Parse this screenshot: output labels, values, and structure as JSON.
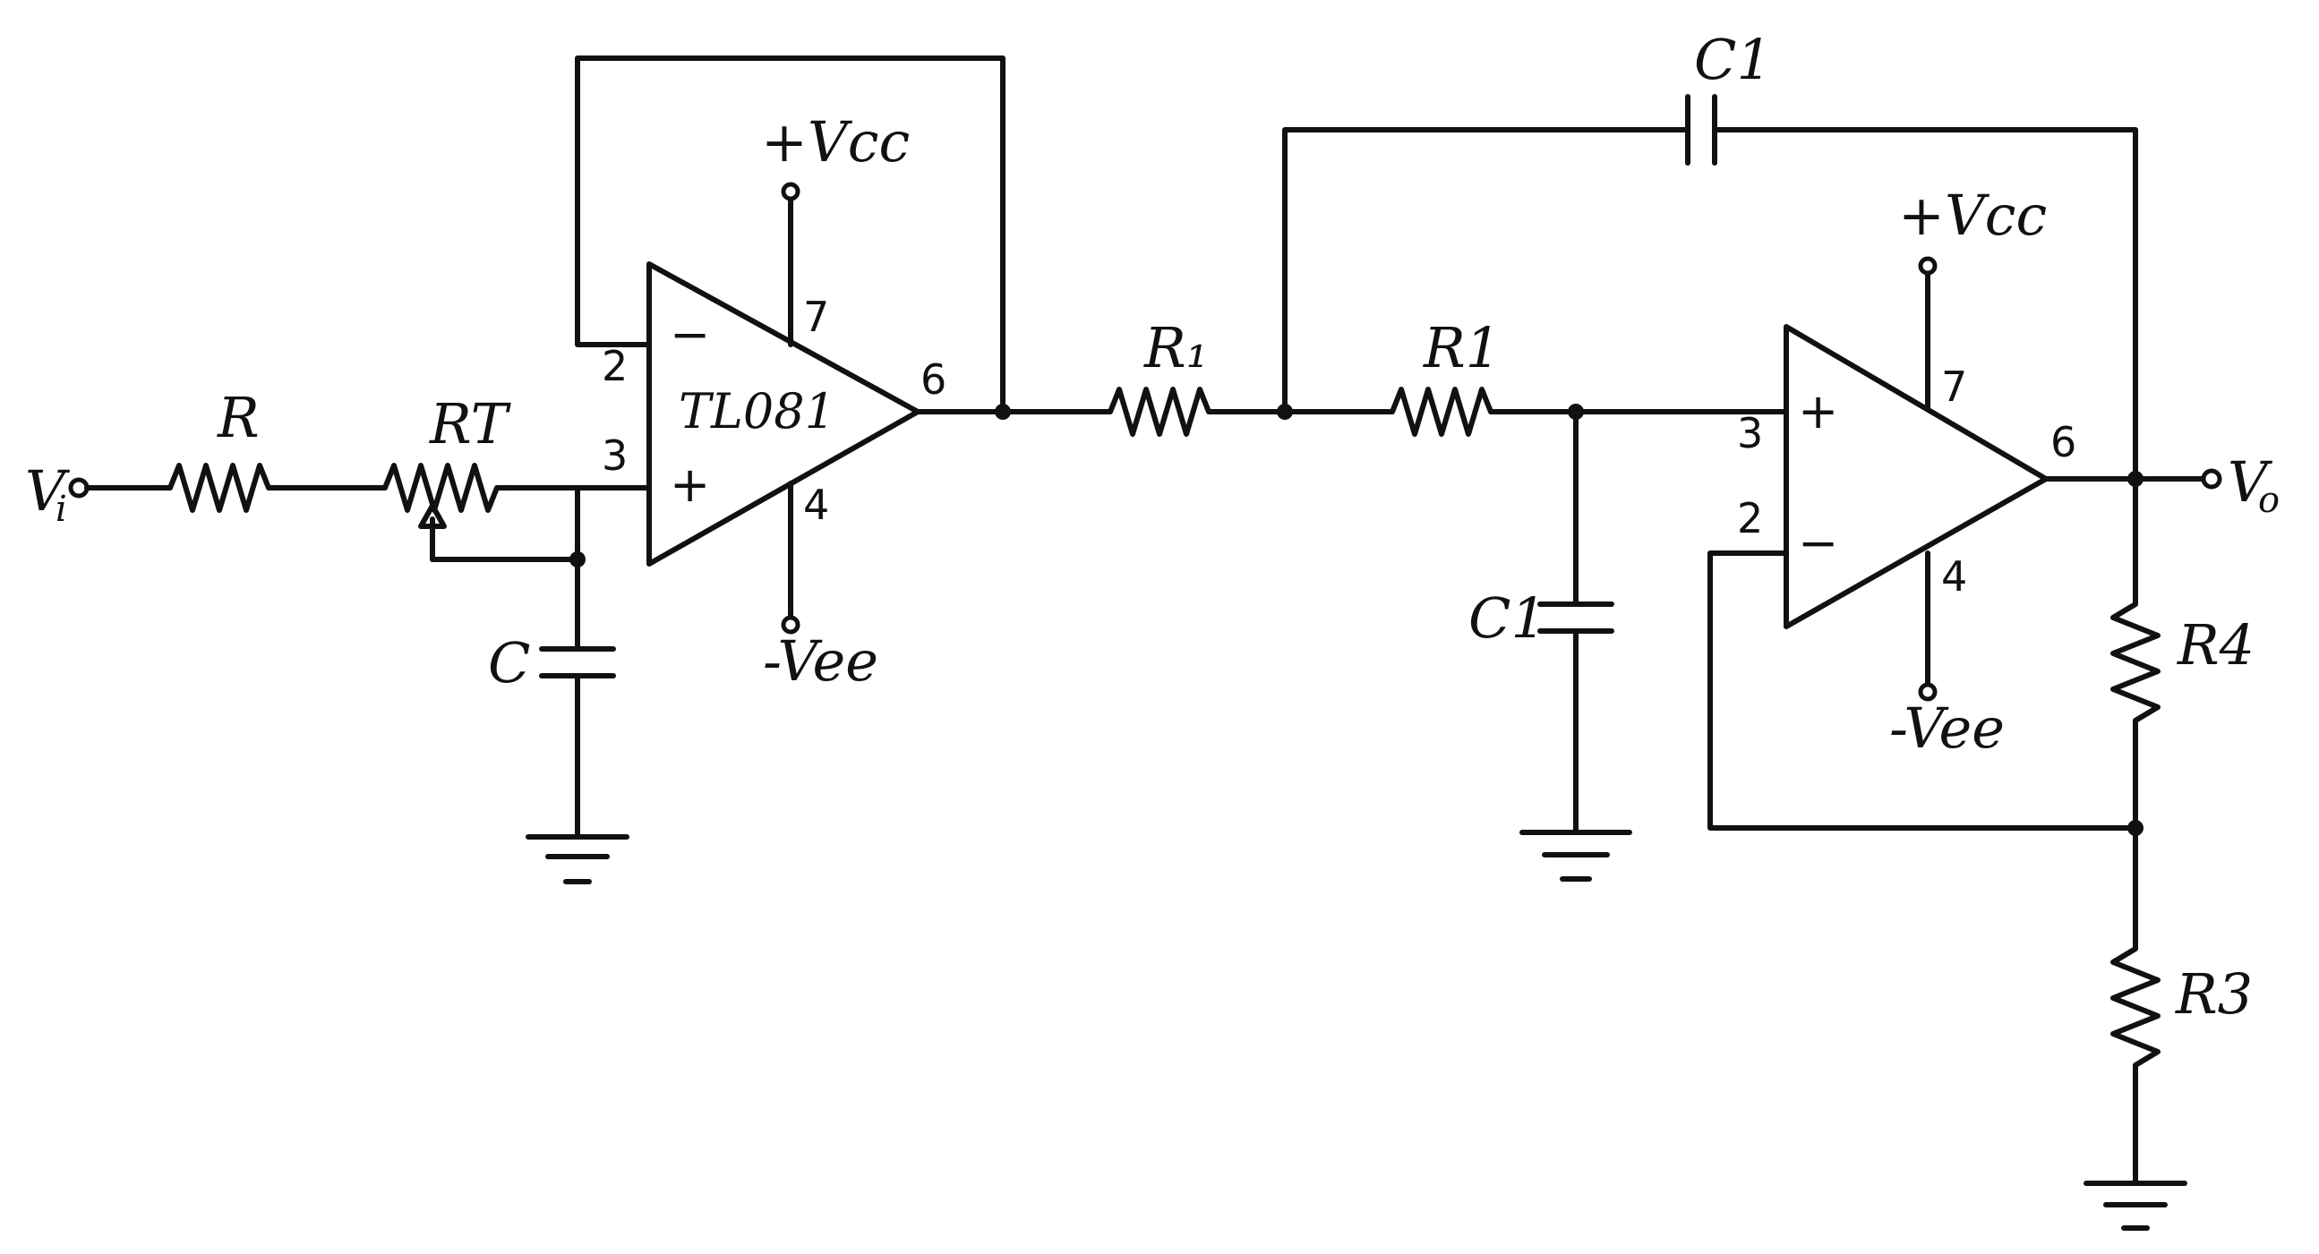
{
  "labels": {
    "vi_main": "V",
    "vi_sub": "i",
    "vo_main": "V",
    "vo_sub": "o",
    "r": "R",
    "rt": "RT",
    "c": "C",
    "r1": "R₁",
    "r1b": "R1",
    "c1_top": "C1",
    "c1_shunt": "C1",
    "r4": "R4",
    "r3": "R3",
    "opamp1": "TL081",
    "vcc1": "+Vcc",
    "vee1": "-Vee",
    "vcc2": "+Vcc",
    "vee2": "-Vee"
  },
  "pins": {
    "a1_inv": "2",
    "a1_noninv": "3",
    "a1_out": "6",
    "a1_vcc": "7",
    "a1_vee": "4",
    "a2_noninv": "3",
    "a2_inv": "2",
    "a2_out": "6",
    "a2_vcc": "7",
    "a2_vee": "4"
  },
  "symbols": {
    "minus": "−",
    "plus": "+"
  }
}
